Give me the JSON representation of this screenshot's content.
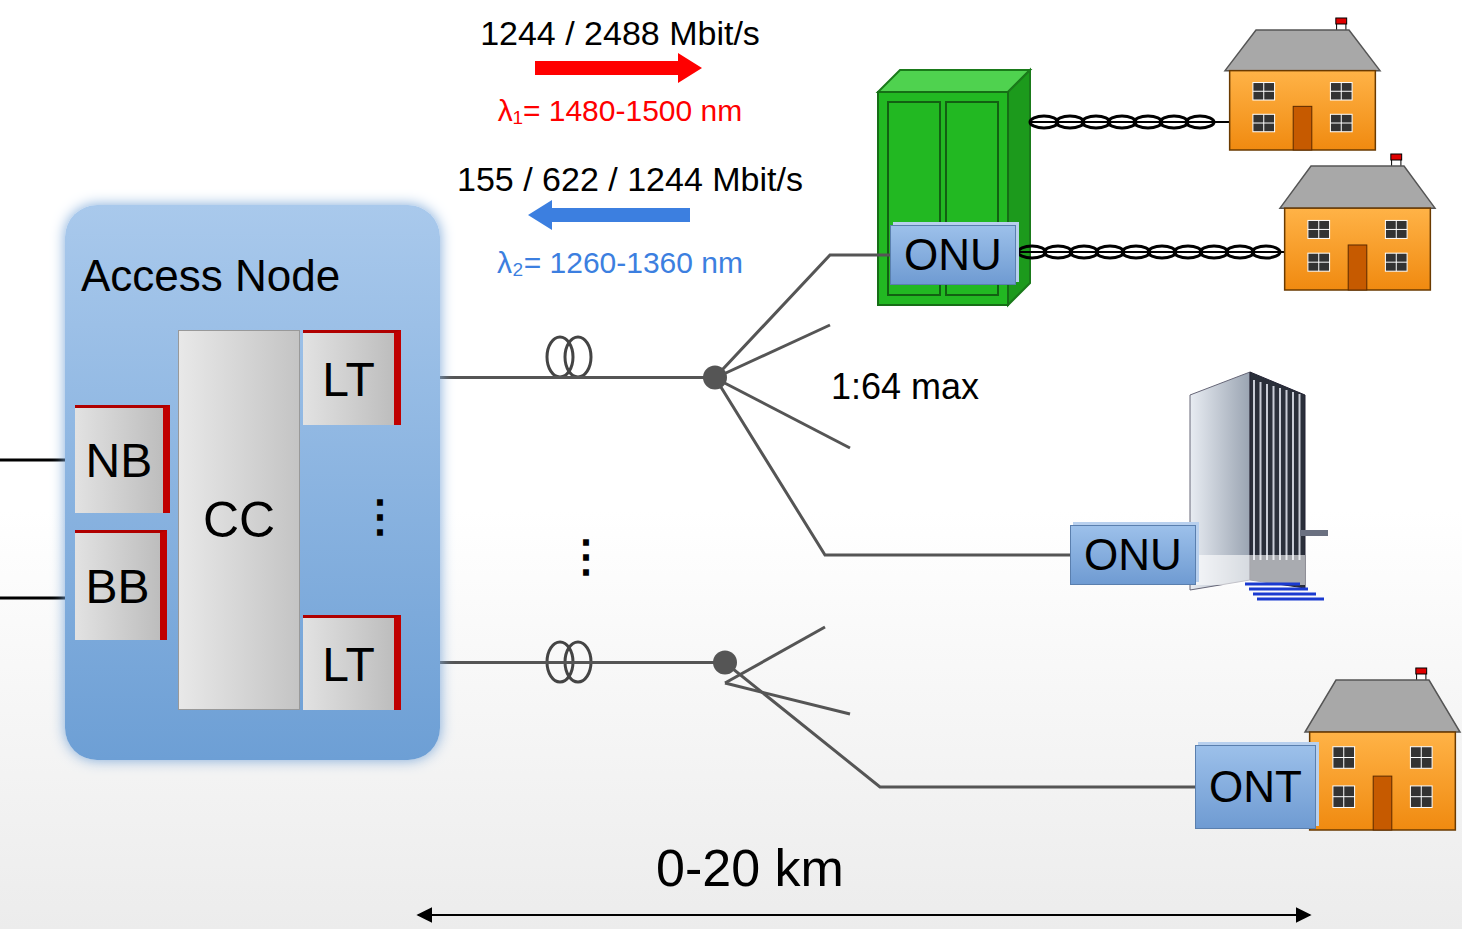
{
  "diagram": {
    "nodes": [
      {
        "text": [
          "Access Node"
        ]
      },
      {
        "text": [
          "CC"
        ],
        "in": 0
      },
      {
        "text": [
          "NB"
        ],
        "in": 0
      },
      {
        "text": [
          "BB"
        ],
        "in": 0
      },
      {
        "text": [
          "LT"
        ],
        "in": 0
      },
      {
        "text": [
          "LT"
        ],
        "in": 0
      },
      {
        "text": [
          "ONU"
        ]
      },
      {
        "text": [
          "ONU"
        ]
      },
      {
        "text": [
          "ONT"
        ]
      }
    ],
    "edges": [
      {
        "from": 4,
        "to": 6,
        "arrow": "none"
      },
      {
        "from": 4,
        "to": 7,
        "arrow": "none"
      },
      {
        "from": 5,
        "to": 8,
        "arrow": "none"
      }
    ],
    "labels": [
      "1244 / 2488 Mbit/s",
      "λ₁= 1480-1500 nm",
      "155 / 622 / 1244 Mbit/s",
      "λ₂= 1260-1360 nm",
      "1:64 max",
      "⋮",
      "⋮",
      "0-20 km"
    ]
  }
}
